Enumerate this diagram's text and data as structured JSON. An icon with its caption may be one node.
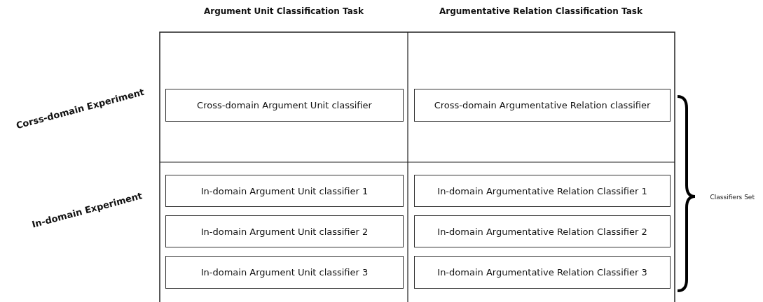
{
  "diagram": {
    "nodes": [
      {
        "text": [
          "Cross-domain Argument Unit classifier"
        ]
      },
      {
        "text": [
          "Cross-domain Argumentative Relation classifier"
        ]
      },
      {
        "text": [
          "In-domain Argument Unit classifier 1"
        ]
      },
      {
        "text": [
          "In-domain Argumentative Relation Classifier 1"
        ]
      },
      {
        "text": [
          "In-domain Argument Unit classifier 2"
        ]
      },
      {
        "text": [
          "In-domain Argumentative Relation Classifier 2"
        ]
      },
      {
        "text": [
          "In-domain Argument Unit classifier 3"
        ]
      },
      {
        "text": [
          "In-domain Argumentative Relation Classifier 3"
        ]
      }
    ],
    "labels": [
      "Argument Unit Classification Task",
      "Argumentative Relation Classification Task",
      "Corss-domain Experiment",
      "In-domain Experiment",
      "Classifiers Set"
    ]
  }
}
